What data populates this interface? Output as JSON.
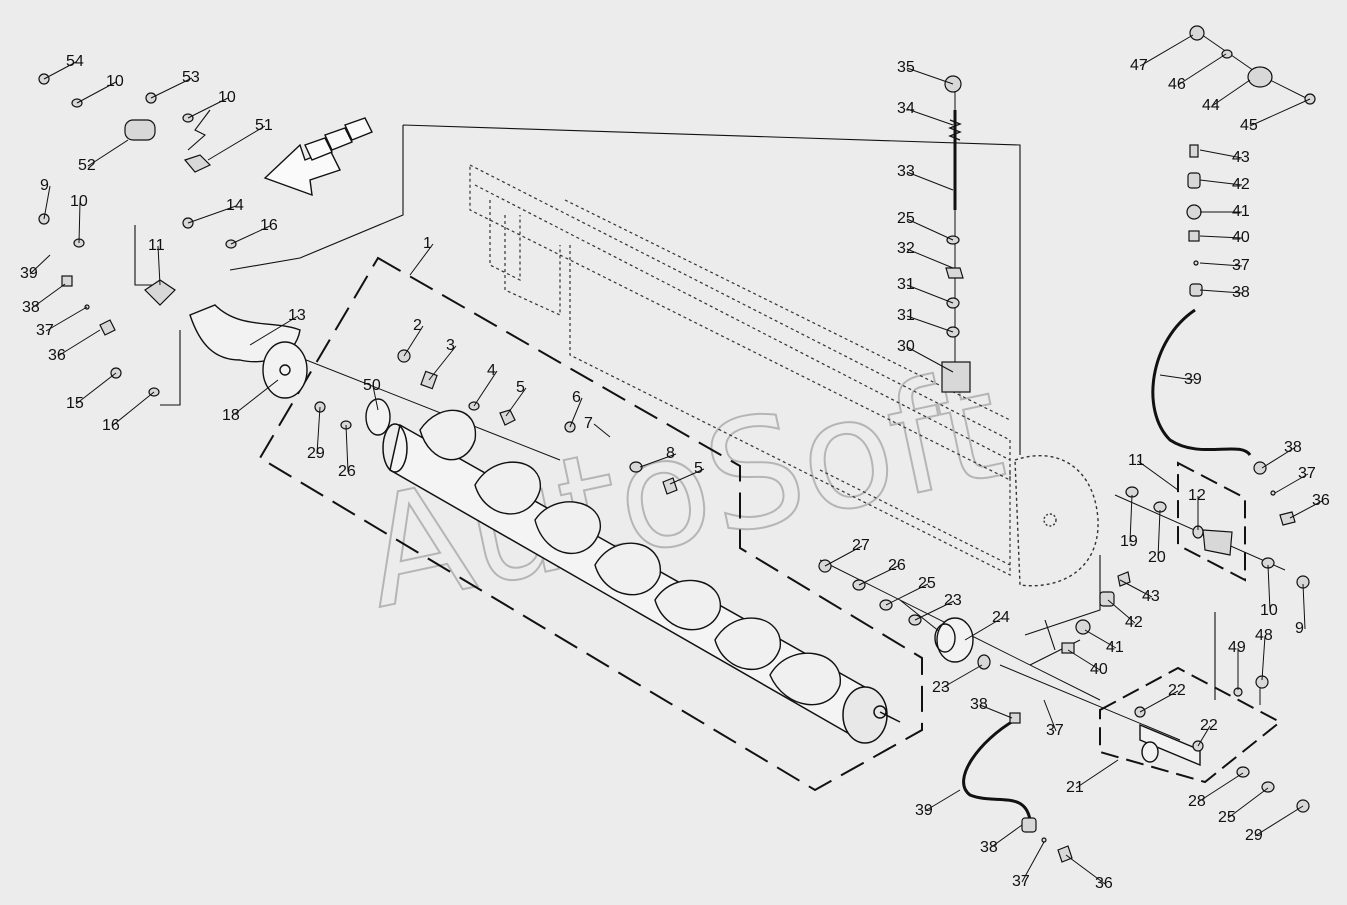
{
  "watermark": "AutoSoft",
  "callouts": [
    {
      "id": "c54",
      "text": "54"
    },
    {
      "id": "c10a",
      "text": "10"
    },
    {
      "id": "c53",
      "text": "53"
    },
    {
      "id": "c10b",
      "text": "10"
    },
    {
      "id": "c51",
      "text": "51"
    },
    {
      "id": "c52",
      "text": "52"
    },
    {
      "id": "c9a",
      "text": "9"
    },
    {
      "id": "c10c",
      "text": "10"
    },
    {
      "id": "c14",
      "text": "14"
    },
    {
      "id": "c16a",
      "text": "16"
    },
    {
      "id": "c1",
      "text": "1"
    },
    {
      "id": "c11a",
      "text": "11"
    },
    {
      "id": "c39a",
      "text": "39"
    },
    {
      "id": "c38a",
      "text": "38"
    },
    {
      "id": "c37a",
      "text": "37"
    },
    {
      "id": "c36a",
      "text": "36"
    },
    {
      "id": "c13",
      "text": "13"
    },
    {
      "id": "c15",
      "text": "15"
    },
    {
      "id": "c16b",
      "text": "16"
    },
    {
      "id": "c18",
      "text": "18"
    },
    {
      "id": "c2",
      "text": "2"
    },
    {
      "id": "c3",
      "text": "3"
    },
    {
      "id": "c4",
      "text": "4"
    },
    {
      "id": "c5a",
      "text": "5"
    },
    {
      "id": "c50",
      "text": "50"
    },
    {
      "id": "c6",
      "text": "6"
    },
    {
      "id": "c7",
      "text": "7"
    },
    {
      "id": "c8",
      "text": "8"
    },
    {
      "id": "c5b",
      "text": "5"
    },
    {
      "id": "c29a",
      "text": "29"
    },
    {
      "id": "c26a",
      "text": "26"
    },
    {
      "id": "c35",
      "text": "35"
    },
    {
      "id": "c34",
      "text": "34"
    },
    {
      "id": "c33",
      "text": "33"
    },
    {
      "id": "c25a",
      "text": "25"
    },
    {
      "id": "c32",
      "text": "32"
    },
    {
      "id": "c31a",
      "text": "31"
    },
    {
      "id": "c31b",
      "text": "31"
    },
    {
      "id": "c30",
      "text": "30"
    },
    {
      "id": "c47",
      "text": "47"
    },
    {
      "id": "c46",
      "text": "46"
    },
    {
      "id": "c44",
      "text": "44"
    },
    {
      "id": "c45",
      "text": "45"
    },
    {
      "id": "c43a",
      "text": "43"
    },
    {
      "id": "c42a",
      "text": "42"
    },
    {
      "id": "c41a",
      "text": "41"
    },
    {
      "id": "c40a",
      "text": "40"
    },
    {
      "id": "c37b",
      "text": "37"
    },
    {
      "id": "c38b",
      "text": "38"
    },
    {
      "id": "c39b",
      "text": "39"
    },
    {
      "id": "c38c",
      "text": "38"
    },
    {
      "id": "c37c",
      "text": "37"
    },
    {
      "id": "c36b",
      "text": "36"
    },
    {
      "id": "c11b",
      "text": "11"
    },
    {
      "id": "c12",
      "text": "12"
    },
    {
      "id": "c19",
      "text": "19"
    },
    {
      "id": "c20",
      "text": "20"
    },
    {
      "id": "c10d",
      "text": "10"
    },
    {
      "id": "c9b",
      "text": "9"
    },
    {
      "id": "c27",
      "text": "27"
    },
    {
      "id": "c26b",
      "text": "26"
    },
    {
      "id": "c25b",
      "text": "25"
    },
    {
      "id": "c23a",
      "text": "23"
    },
    {
      "id": "c24",
      "text": "24"
    },
    {
      "id": "c23b",
      "text": "23"
    },
    {
      "id": "c43b",
      "text": "43"
    },
    {
      "id": "c42b",
      "text": "42"
    },
    {
      "id": "c41b",
      "text": "41"
    },
    {
      "id": "c40b",
      "text": "40"
    },
    {
      "id": "c49",
      "text": "49"
    },
    {
      "id": "c48",
      "text": "48"
    },
    {
      "id": "c22a",
      "text": "22"
    },
    {
      "id": "c22b",
      "text": "22"
    },
    {
      "id": "c38d",
      "text": "38"
    },
    {
      "id": "c37d",
      "text": "37"
    },
    {
      "id": "c21",
      "text": "21"
    },
    {
      "id": "c28",
      "text": "28"
    },
    {
      "id": "c25c",
      "text": "25"
    },
    {
      "id": "c29b",
      "text": "29"
    },
    {
      "id": "c39c",
      "text": "39"
    },
    {
      "id": "c38e",
      "text": "38"
    },
    {
      "id": "c37e",
      "text": "37"
    },
    {
      "id": "c36c",
      "text": "36"
    }
  ]
}
